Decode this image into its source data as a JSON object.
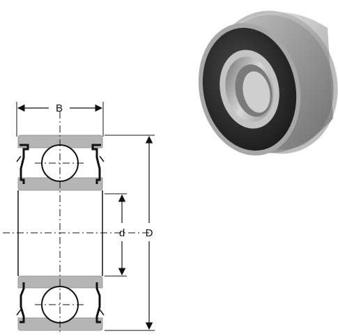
{
  "labels": {
    "width": "B",
    "bore": "d",
    "outer_diameter": "D"
  },
  "colors": {
    "ring": "#b3b3b3",
    "ring_highlight": "#cfcfcf",
    "line": "#111111",
    "background": "#ffffff",
    "photo_shield": "#3a3a3a",
    "photo_metal": "#9a9a9a"
  }
}
